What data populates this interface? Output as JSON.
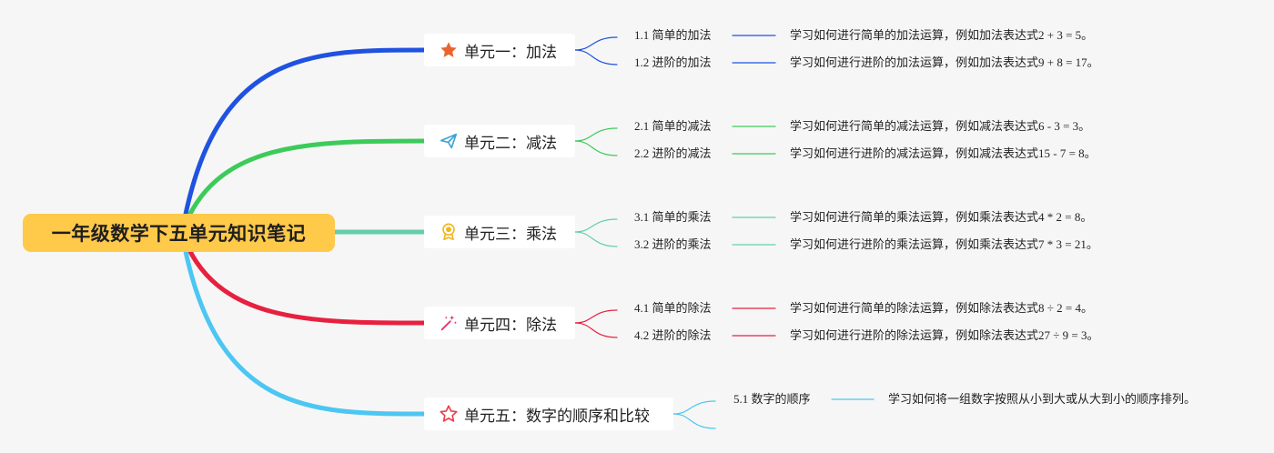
{
  "root": {
    "title": "一年级数学下五单元知识笔记"
  },
  "units": [
    {
      "title": "单元一：加法",
      "icon": "star-filled-icon",
      "color": "#1f52e0",
      "items": [
        {
          "label": "1.1 简单的加法",
          "desc": "学习如何进行简单的加法运算，例如加法表达式2 + 3 = 5。"
        },
        {
          "label": "1.2 进阶的加法",
          "desc": "学习如何进行进阶的加法运算，例如加法表达式9 + 8 = 17。"
        }
      ]
    },
    {
      "title": "单元二：减法",
      "icon": "paper-plane-icon",
      "color": "#3ccb5a",
      "items": [
        {
          "label": "2.1 简单的减法",
          "desc": "学习如何进行简单的减法运算，例如减法表达式6 - 3 = 3。"
        },
        {
          "label": "2.2 进阶的减法",
          "desc": "学习如何进行进阶的减法运算，例如减法表达式15 - 7 = 8。"
        }
      ]
    },
    {
      "title": "单元三：乘法",
      "icon": "award-medal-icon",
      "color": "#63cfa8",
      "items": [
        {
          "label": "3.1 简单的乘法",
          "desc": "学习如何进行简单的乘法运算，例如乘法表达式4 * 2 = 8。"
        },
        {
          "label": "3.2 进阶的乘法",
          "desc": "学习如何进行进阶的乘法运算，例如乘法表达式7 * 3 = 21。"
        }
      ]
    },
    {
      "title": "单元四：除法",
      "icon": "magic-wand-icon",
      "color": "#e8203f",
      "items": [
        {
          "label": "4.1 简单的除法",
          "desc": "学习如何进行简单的除法运算，例如除法表达式8 ÷ 2 = 4。"
        },
        {
          "label": "4.2 进阶的除法",
          "desc": "学习如何进行进阶的除法运算，例如除法表达式27 ÷ 9 = 3。"
        }
      ]
    },
    {
      "title": "单元五：数字的顺序和比较",
      "icon": "star-outline-icon",
      "color": "#4cc6f2",
      "items": [
        {
          "label": "5.1 数字的顺序",
          "desc": "学习如何将一组数字按照从小到大或从大到小的顺序排列。"
        },
        {
          "label": "",
          "desc": ""
        }
      ]
    }
  ]
}
